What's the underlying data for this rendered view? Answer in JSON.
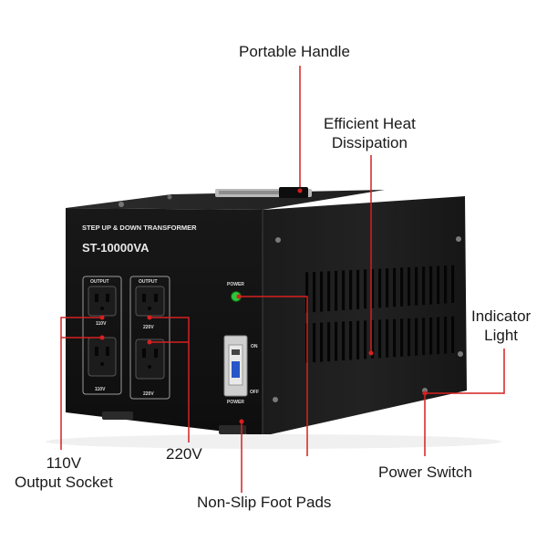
{
  "device": {
    "panel_title": "STEP UP & DOWN TRANSFORMER",
    "model": "ST-10000VA",
    "output_label": "OUTPUT",
    "socket_left_upper": "110V",
    "socket_left_lower": "110V",
    "socket_right_upper": "220V",
    "socket_right_lower": "220V",
    "power_label": "POWER",
    "switch_on": "ON",
    "switch_off": "OFF",
    "switch_label": "POWER"
  },
  "callouts": {
    "portable_handle": "Portable Handle",
    "heat_line1": "Efficient Heat",
    "heat_line2": "Dissipation",
    "indicator_line1": "Indicator",
    "indicator_line2": "Light",
    "power_switch": "Power Switch",
    "foot_pads": "Non-Slip Foot Pads",
    "socket_110_line1": "110V",
    "socket_110_line2": "Output Socket",
    "socket_220": "220V"
  },
  "colors": {
    "leader_line": "#d62020",
    "body": "#141414",
    "indicator": "#2fc43a"
  }
}
